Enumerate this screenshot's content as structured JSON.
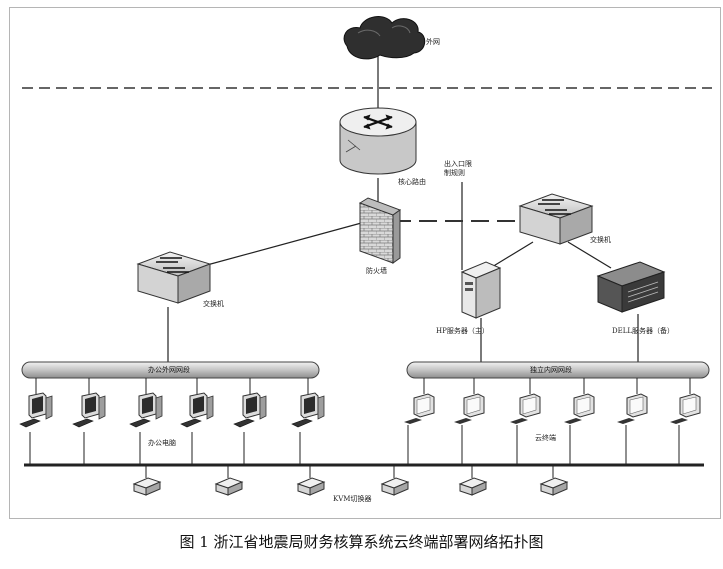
{
  "figure": {
    "caption": "图 1 浙江省地震局财务核算系统云终端部署网络拓扑图"
  },
  "nodes": {
    "internet": "外网",
    "core_router": "核心路由",
    "firewall": "防火墙",
    "switch_left": "交换机",
    "switch_right": "交换机",
    "egress_note": "出入口限制规则",
    "hp_server": "HP服务器（主）",
    "dell_server": "DELL服务器（备）",
    "office_pc": "办公电脑",
    "cloud_terminal": "云终端",
    "kvm_switch": "KVM切换器"
  },
  "segments": {
    "office_external": "办公外网网段",
    "isolated_internal": "独立内网网段"
  },
  "colors": {
    "line": "#222222",
    "bar_fill": "#c9c9c9",
    "device_fill": "#e4e4e4",
    "cloud_fill": "#2e2e2e"
  }
}
